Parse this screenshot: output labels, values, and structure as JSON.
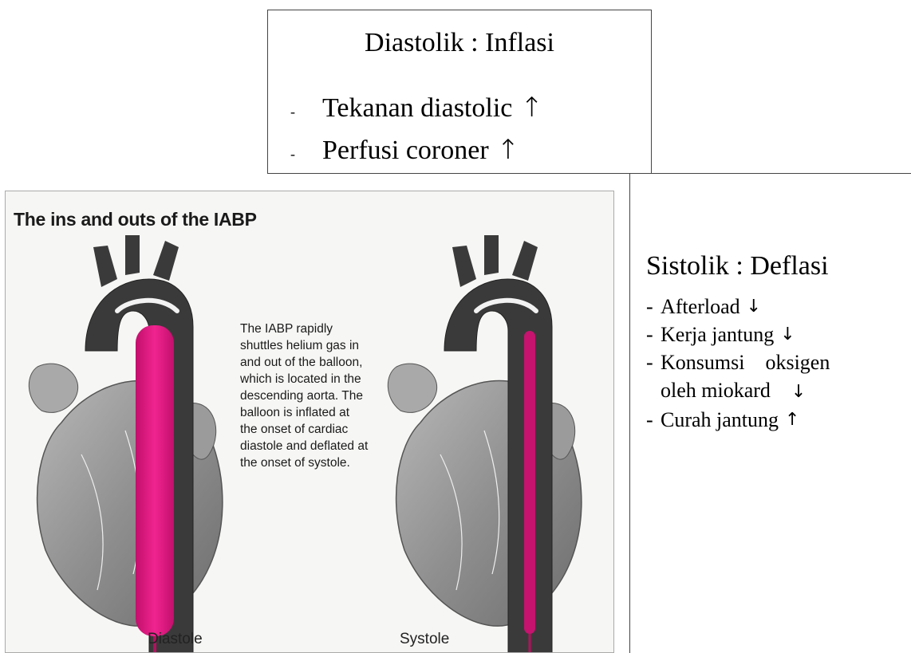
{
  "diastolik": {
    "title": "Diastolik :  Inflasi",
    "items": [
      {
        "dash": "-",
        "text": "Tekanan diastolic",
        "arrow": "↑"
      },
      {
        "dash": "-",
        "text": "Perfusi coroner",
        "arrow": "↑"
      }
    ]
  },
  "sistolik": {
    "title": "Sistolik : Deflasi",
    "items": [
      {
        "dash": "-",
        "text": "Afterload",
        "arrow": "↓"
      },
      {
        "dash": "-",
        "text": "Kerja jantung",
        "arrow": "↓"
      },
      {
        "dash": "-",
        "text": "Konsumsi    oksigen",
        "text2": "oleh miokard",
        "arrow": "↓"
      },
      {
        "dash": "-",
        "text": "Curah jantung",
        "arrow": "↑"
      }
    ]
  },
  "figure": {
    "title": "The ins and outs of the IABP",
    "description_lines": [
      "The IABP rapidly",
      "shuttles helium gas in",
      "and out of the balloon,",
      "which is located in the",
      "descending aorta. The",
      "balloon is inflated at",
      "the onset of cardiac",
      "diastole and deflated at",
      "the onset of systole."
    ],
    "left_label": "Diastole",
    "right_label": "Systole"
  },
  "colors": {
    "balloon": "#e0137d",
    "aorta_dark": "#3a3a3a",
    "heart_gray": "#9a9a9a"
  }
}
